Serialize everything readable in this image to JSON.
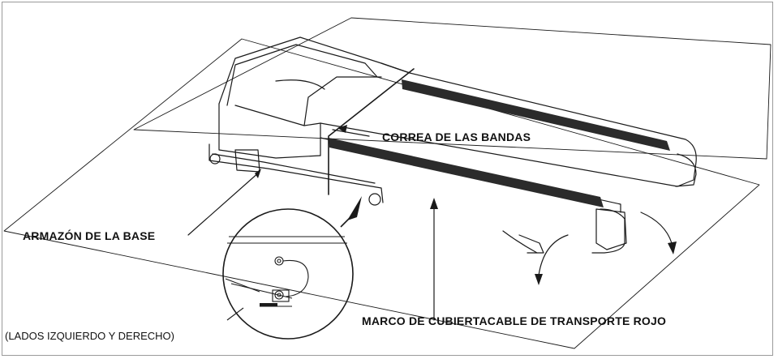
{
  "labels": {
    "belt_strap": "CORREA DE LAS BANDAS",
    "base_frame": "ARMAZÓN DE LA BASE",
    "sides": "(LADOS IZQUIERDO Y DERECHO)",
    "deck_cable": "MARCO DE CUBIERTACABLE DE TRANSPORTE ROJO"
  },
  "colors": {
    "line": "#1a1a1a",
    "belt": "#2b2b2b",
    "frame_border": "#9a9a9a"
  }
}
